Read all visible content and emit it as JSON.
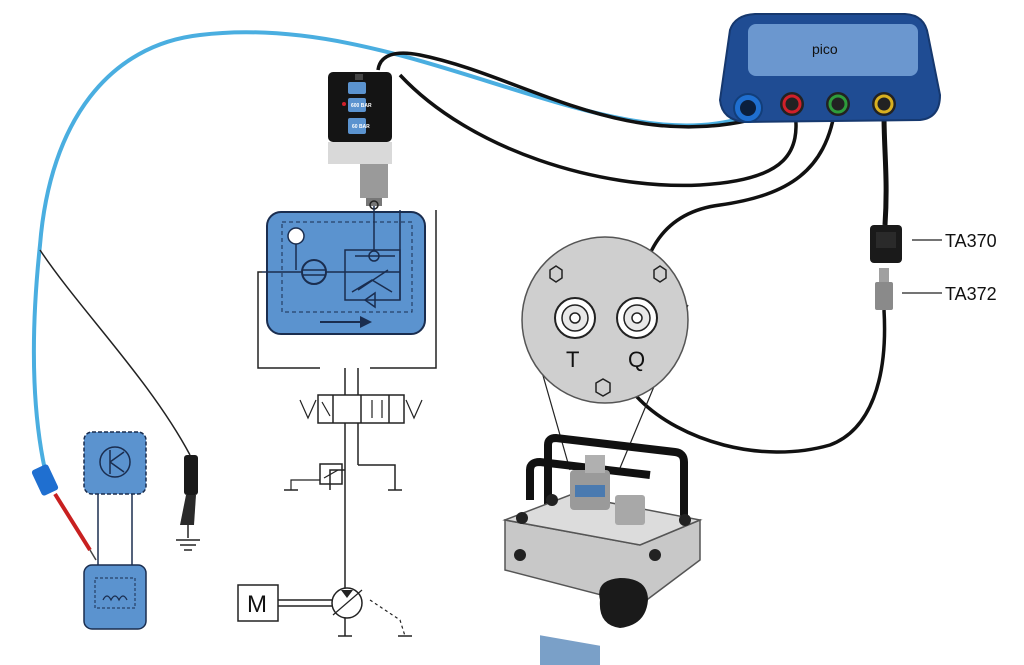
{
  "labels": {
    "ta370": "TA370",
    "ta372": "TA372",
    "port_t": "T",
    "port_q": "Q",
    "motor": "M"
  },
  "device": {
    "brand": "pico",
    "transducer_buttons": [
      "600 BAR",
      "60 BAR"
    ]
  },
  "colors": {
    "scope_blue": "#1f4c93",
    "schematic_fill": "#5b93cf",
    "probe_cable": "#4aaee0",
    "signal_cable": "#111111",
    "channel_a": "#1f6fd0",
    "channel_b": "#d0202a",
    "channel_c": "#2e9c3b",
    "channel_d": "#d8b020",
    "test_block_gray": "#c8c8c8"
  }
}
